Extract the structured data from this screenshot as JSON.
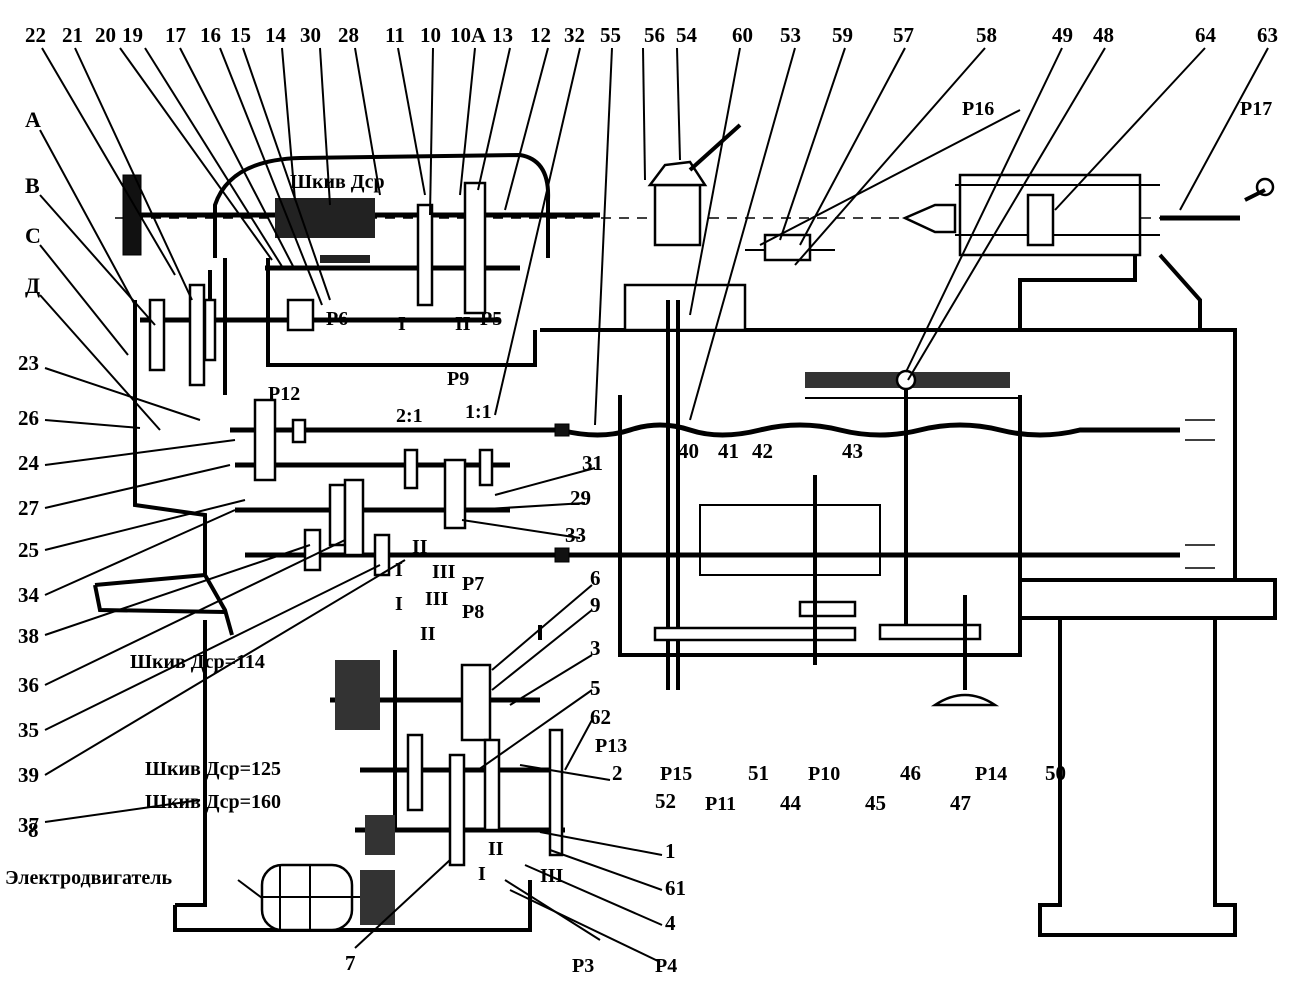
{
  "top_numbers": [
    "22",
    "21",
    "20",
    "19",
    "17",
    "16",
    "15",
    "14",
    "30",
    "28",
    "11",
    "10",
    "10А",
    "13",
    "12",
    "32",
    "55",
    "56",
    "54",
    "60",
    "53",
    "59",
    "57",
    "58",
    "49",
    "48",
    "64",
    "63"
  ],
  "left_letters": [
    "А",
    "В",
    "С",
    "Д"
  ],
  "left_numbers": [
    "23",
    "26",
    "24",
    "27",
    "25",
    "34",
    "38",
    "36",
    "35",
    "39",
    "37",
    "8"
  ],
  "labels": {
    "pulley_head": "Шкив Дср",
    "pulley_114": "Шкив Дср=114",
    "pulley_125": "Шкив Дср=125",
    "pulley_160": "Шкив Дср=160",
    "motor": "Электродвигатель",
    "ratio_2_1": "2:1",
    "ratio_1_1": "1:1",
    "R5": "Р5",
    "R6": "Р6",
    "R9": "Р9",
    "R12": "Р12",
    "R16": "Р16",
    "R17": "Р17",
    "R7": "Р7",
    "R8": "Р8",
    "n31": "31",
    "n29": "29",
    "n33": "33",
    "n40": "40",
    "n41": "41",
    "n42": "42",
    "n43": "43",
    "n6": "6",
    "n9": "9",
    "n3": "3",
    "n5": "5",
    "n62": "62",
    "n2": "2",
    "n1": "1",
    "n61": "61",
    "n4": "4",
    "n7": "7",
    "R3": "Р3",
    "R4": "Р4",
    "R13": "Р13",
    "R15": "Р15",
    "R11": "Р11",
    "R10": "Р10",
    "R14": "Р14",
    "n52": "52",
    "n51": "51",
    "n44": "44",
    "n45": "45",
    "n46": "46",
    "n47": "47",
    "n50": "50",
    "pos_I": "I",
    "pos_II": "II",
    "pos_III": "III"
  }
}
